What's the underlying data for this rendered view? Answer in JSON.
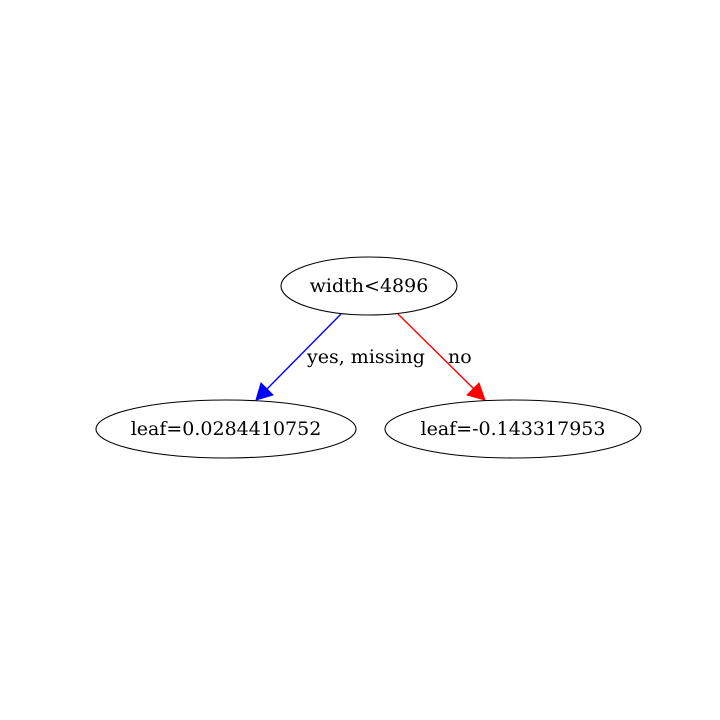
{
  "tree": {
    "root": {
      "label": "width<4896"
    },
    "left_leaf": {
      "label": "leaf=0.0284410752"
    },
    "right_leaf": {
      "label": "leaf=-0.143317953"
    },
    "edges": {
      "yes": {
        "label": "yes, missing",
        "color": "#0000ff"
      },
      "no": {
        "label": "no",
        "color": "#ff0000"
      }
    }
  }
}
